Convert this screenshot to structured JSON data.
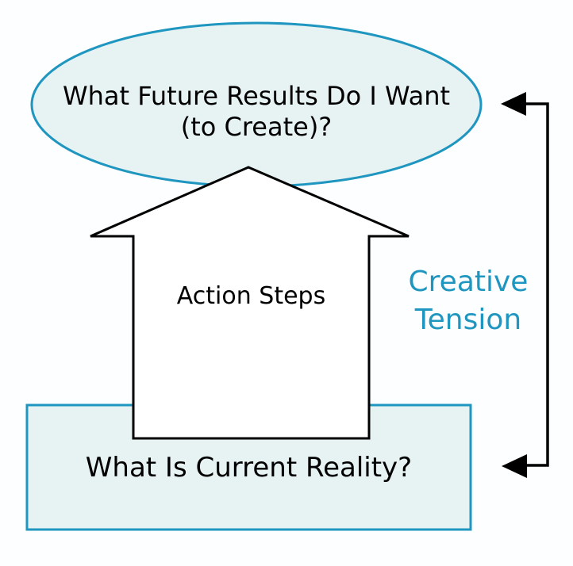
{
  "colors": {
    "teal": "#1e96c0",
    "light_fill": "#e7f2f3",
    "ink": "#000000",
    "background": "#fdfeff"
  },
  "vision_ellipse": {
    "label": "What Future Results Do I Want (to Create)?",
    "line1": "What Future Results Do I Want",
    "line2": "(to Create)?"
  },
  "action_arrow": {
    "label": "Action Steps"
  },
  "current_reality_box": {
    "label": "What Is Current Reality?"
  },
  "creative_tension": {
    "label": "Creative Tension",
    "line1": "Creative",
    "line2": "Tension"
  }
}
